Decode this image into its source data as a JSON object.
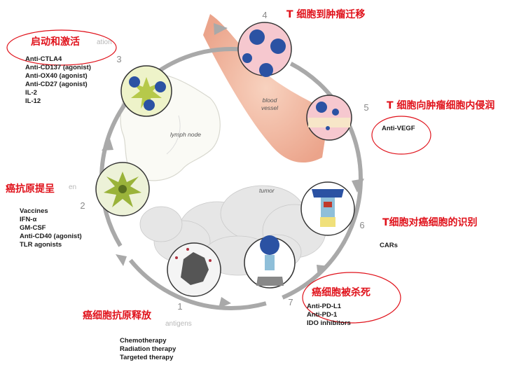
{
  "steps": [
    {
      "number": "1",
      "title": "癌细胞抗原释放",
      "partial_caption": "antigens",
      "agents": [
        "Chemotherapy",
        "Radiation therapy",
        "Targeted therapy"
      ]
    },
    {
      "number": "2",
      "title": "癌抗原提呈",
      "partial_caption": "en",
      "agents": [
        "Vaccines",
        "IFN-α",
        "GM-CSF",
        "Anti-CD40 (agonist)",
        "TLR agonists"
      ]
    },
    {
      "number": "3",
      "title": "启动和激活",
      "partial_caption": "ation",
      "agents": [
        "Anti-CTLA4",
        "Anti-CD137 (agonist)",
        "Anti-OX40 (agonist)",
        "Anti-CD27 (agonist)",
        "IL-2",
        "IL-12"
      ]
    },
    {
      "number": "4",
      "title": "T 细胞到肿瘤迁移",
      "agents": []
    },
    {
      "number": "5",
      "title": "T 细胞向肿瘤细胞内侵润",
      "agents": [
        "Anti-VEGF"
      ]
    },
    {
      "number": "6",
      "title": "T细胞对癌细胞的识别",
      "agents": [
        "CARs"
      ]
    },
    {
      "number": "7",
      "title": "癌细胞被杀死",
      "agents": [
        "Anti-PD-L1",
        "Anti-PD-1",
        "IDO inhibitors"
      ]
    }
  ],
  "labels": {
    "lymph_node": "lymph node",
    "blood_vessel": "blood vessel",
    "tumor": "tumor"
  },
  "colors": {
    "annotation_red": "#e0121b",
    "cycle_arrow": "#a9a9a9",
    "cell_blue": "#2b52a3",
    "vessel": "#f2b49a"
  }
}
